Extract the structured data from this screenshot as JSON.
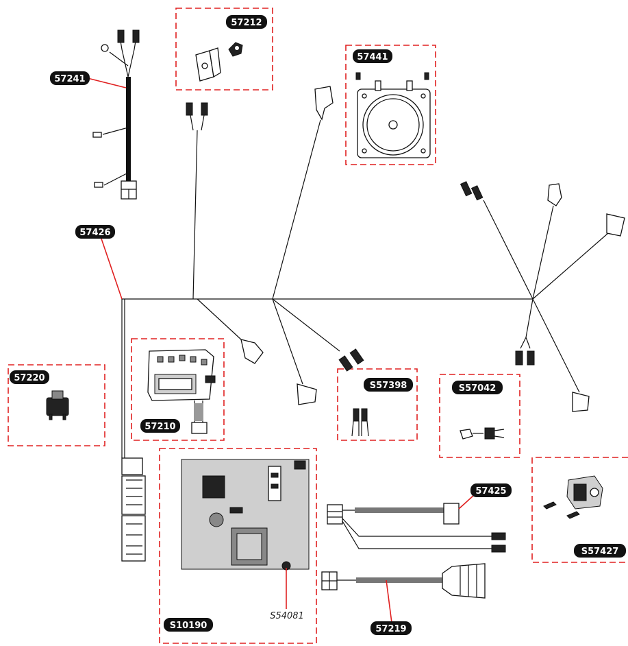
{
  "colors": {
    "frame": "#e02020",
    "tag_background": "#111111",
    "tag_text": "#ffffff"
  },
  "parts": {
    "p57212": "57212",
    "p57441": "57441",
    "p57241": "57241",
    "p57426": "57426",
    "p57220": "57220",
    "p57210": "57210",
    "pS57398": "S57398",
    "pS57042": "S57042",
    "p57425": "57425",
    "pS57427": "S57427",
    "pS10190": "S10190",
    "pS54081": "S54081",
    "p57219": "57219"
  }
}
